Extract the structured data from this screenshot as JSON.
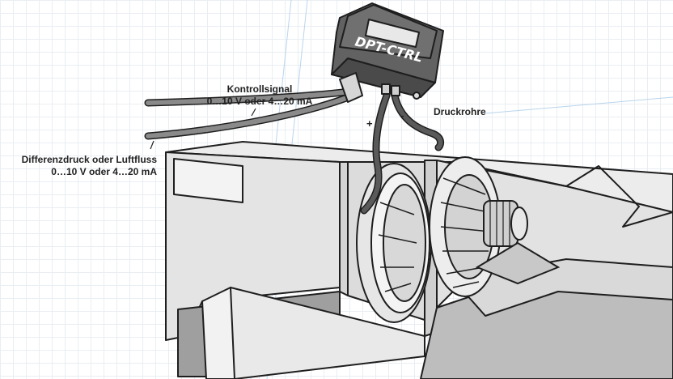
{
  "device": {
    "model_label": "DPT-CTRL"
  },
  "labels": {
    "control_signal": {
      "line1": "Kontrollsignal",
      "line2": "0…10 V oder 4…20 mA"
    },
    "pressure_tubes": "Druckrohre",
    "measured_value": {
      "line1": "Differenzdruck oder Luftfluss",
      "line2": "0…10 V oder 4…20 mA"
    },
    "plus_sign": "+",
    "minus_sign": "-"
  },
  "colors": {
    "line": "#1e1e1e",
    "device_body": "#5f5f5f",
    "cable": "#8a8a8a",
    "tube": "#5a5a5a",
    "duct_light": "#e7e7e7",
    "duct_dark": "#bdbdbd",
    "grid_accent": "#9ec3e6"
  }
}
